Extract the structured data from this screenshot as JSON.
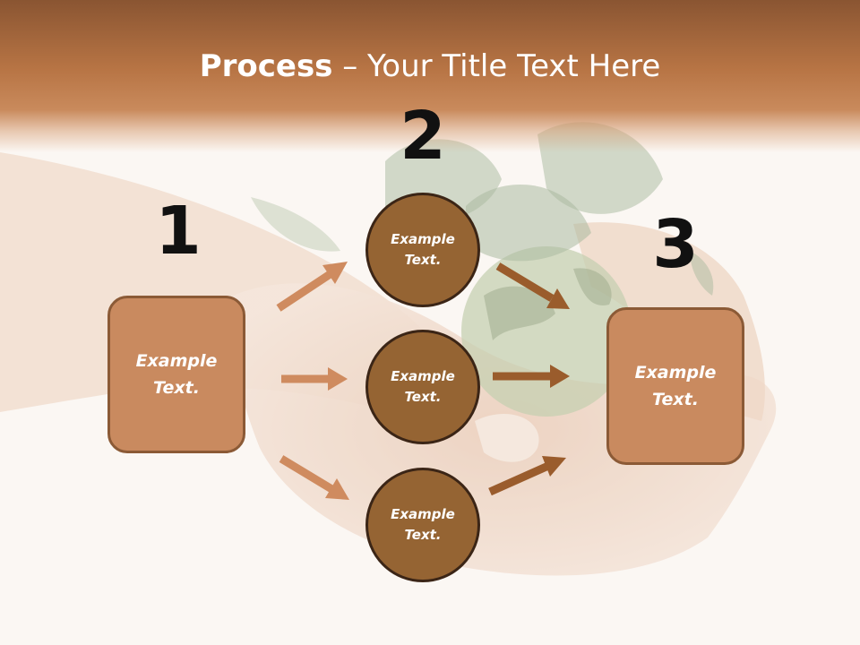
{
  "slide": {
    "title_bold": "Process",
    "title_rest": " – Your Title Text Here",
    "steps": [
      {
        "number": "1",
        "text": "Example Text."
      },
      {
        "number": "2",
        "text": "Example Text."
      },
      {
        "number": "3",
        "text": "Example Text."
      }
    ],
    "circles": [
      {
        "text": "Example Text."
      },
      {
        "text": "Example Text."
      },
      {
        "text": "Example Text."
      }
    ]
  },
  "colors": {
    "header": "#b77444",
    "box_fill": "#c98a5f",
    "box_border": "#8b5a36",
    "circle_fill": "#956433",
    "circle_border": "#3b2516",
    "arrow_light": "#cf8b5f",
    "arrow_dark": "#9a5c2c",
    "number": "#111111",
    "background": "#fbf6f2"
  },
  "icons": {
    "background_image": "hands-holding-globe-with-leaves"
  }
}
